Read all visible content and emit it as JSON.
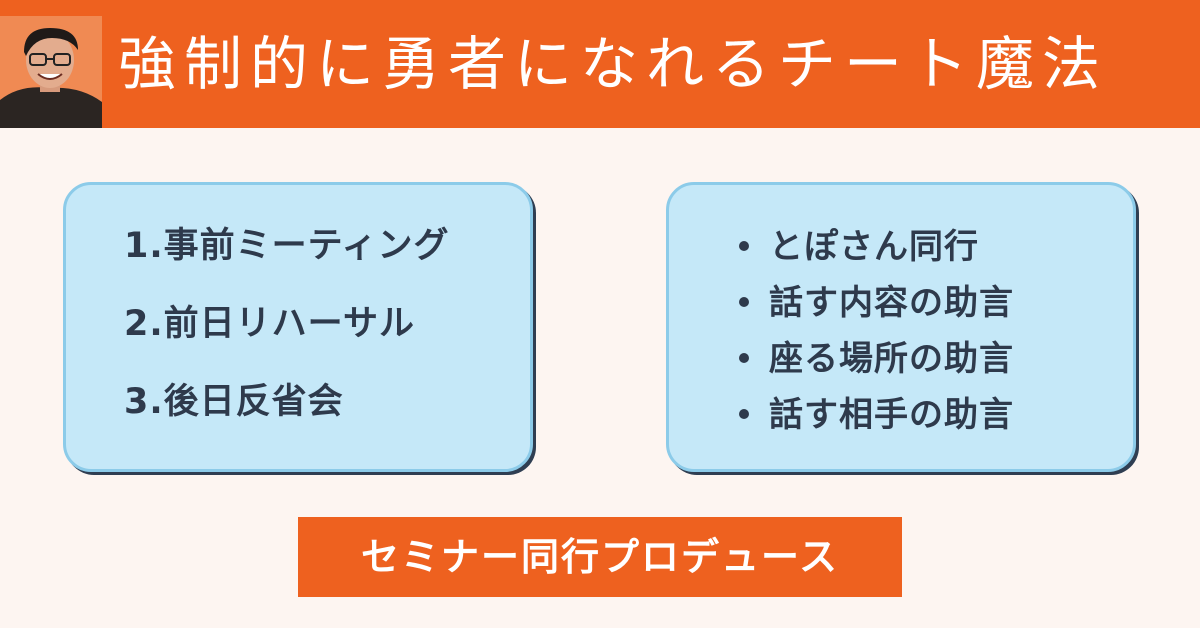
{
  "header": {
    "title": "強制的に勇者になれるチート魔法",
    "background_color": "#ee611f"
  },
  "avatar": {
    "icon": "person-photo-icon"
  },
  "steps": [
    {
      "label": "1.事前ミーティング"
    },
    {
      "label": "2.前日リハーサル"
    },
    {
      "label": "3.後日反省会"
    }
  ],
  "benefits": [
    {
      "label": "とぽさん同行"
    },
    {
      "label": "話す内容の助言"
    },
    {
      "label": "座る場所の助言"
    },
    {
      "label": "話す相手の助言"
    }
  ],
  "badge": {
    "label": "セミナー同行プロデュース",
    "background_color": "#ee611f"
  },
  "colors": {
    "card_fill": "#c5e8f8",
    "card_border": "#8ccbe9",
    "text_dark": "#2e3a4c",
    "page_background": "#fdf5f1"
  }
}
